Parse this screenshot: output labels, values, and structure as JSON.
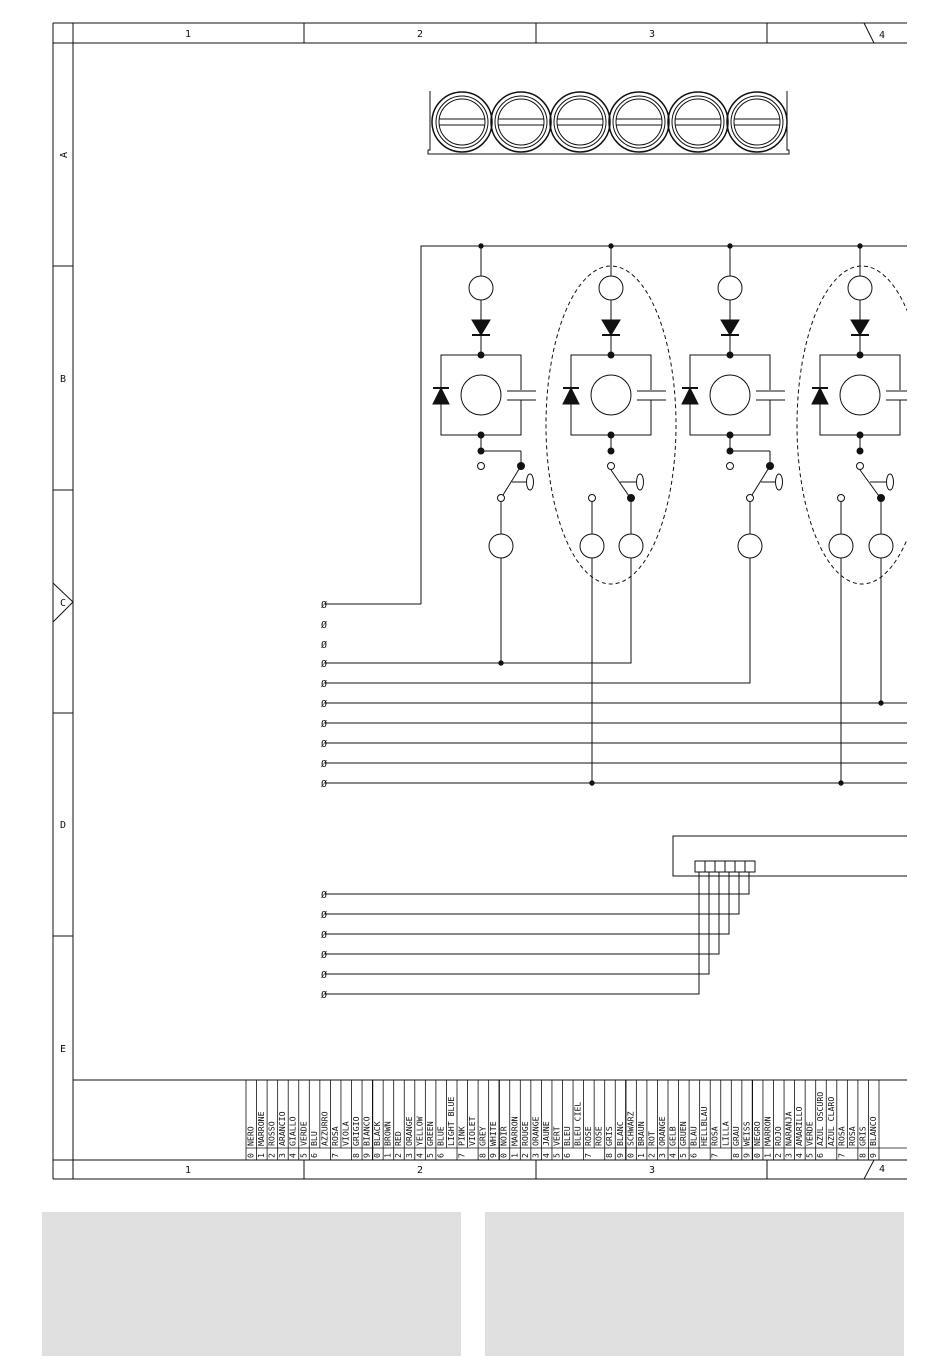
{
  "frame": {
    "columns": [
      "1",
      "2",
      "3",
      "4"
    ],
    "rows": [
      "A",
      "B",
      "C",
      "D",
      "E"
    ]
  },
  "terminal_symbol": "Ø",
  "color_legend": [
    [
      "0",
      "NERO"
    ],
    [
      "1",
      "MARRONE"
    ],
    [
      "2",
      "ROSSO"
    ],
    [
      "3",
      "ARANCIO"
    ],
    [
      "4",
      "GIALLO"
    ],
    [
      "5",
      "VERDE"
    ],
    [
      "6",
      "BLU",
      "AZZURRO"
    ],
    [
      "7",
      "ROSA",
      "VIOLA"
    ],
    [
      "8",
      "GRIGIO"
    ],
    [
      "9",
      "BIANCO"
    ],
    [
      "0",
      "BLACK"
    ],
    [
      "1",
      "BROWN"
    ],
    [
      "2",
      "RED"
    ],
    [
      "3",
      "ORANGE"
    ],
    [
      "4",
      "YELLOW"
    ],
    [
      "5",
      "GREEN"
    ],
    [
      "6",
      "BLUE",
      "LIGHT BLUE"
    ],
    [
      "7",
      "PINK",
      "VIOLET"
    ],
    [
      "8",
      "GREY"
    ],
    [
      "9",
      "WHITE"
    ],
    [
      "0",
      "NOIR"
    ],
    [
      "1",
      "MARRON"
    ],
    [
      "2",
      "ROUGE"
    ],
    [
      "3",
      "ORANGE"
    ],
    [
      "4",
      "JAUNE"
    ],
    [
      "5",
      "VERT"
    ],
    [
      "6",
      "BLEU",
      "BLEU CIEL"
    ],
    [
      "7",
      "ROSE",
      "ROSE"
    ],
    [
      "8",
      "GRIS"
    ],
    [
      "9",
      "BLANC"
    ],
    [
      "0",
      "SCHWARZ"
    ],
    [
      "1",
      "BRAUN"
    ],
    [
      "2",
      "ROT"
    ],
    [
      "3",
      "ORANGE"
    ],
    [
      "4",
      "GELB"
    ],
    [
      "5",
      "GRUEN"
    ],
    [
      "6",
      "BLAU",
      "HELLBLAU"
    ],
    [
      "7",
      "ROSA",
      "LILLA"
    ],
    [
      "8",
      "GRAU"
    ],
    [
      "9",
      "WEISS"
    ],
    [
      "0",
      "NEGRO"
    ],
    [
      "1",
      "MARRON"
    ],
    [
      "2",
      "ROJO"
    ],
    [
      "3",
      "NARANJA"
    ],
    [
      "4",
      "AMARILLO"
    ],
    [
      "5",
      "VERDE"
    ],
    [
      "6",
      "AZUL OSCURO",
      "AZUL CLARO"
    ],
    [
      "7",
      "ROSA",
      "ROSA"
    ],
    [
      "8",
      "GRIS"
    ],
    [
      "9",
      "BLANCO"
    ]
  ]
}
